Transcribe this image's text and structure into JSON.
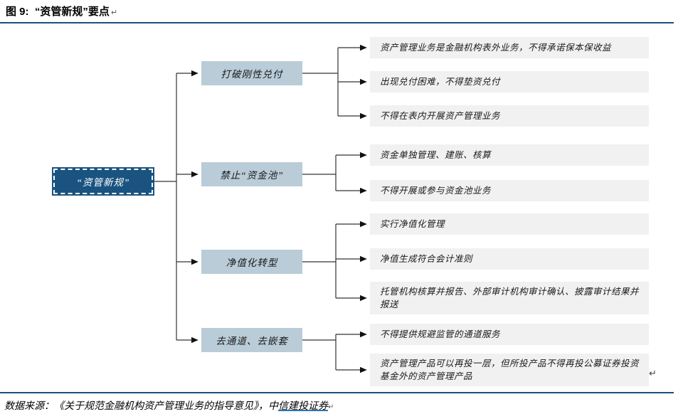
{
  "figure": {
    "title": "图 9:  “资管新规”要点",
    "return_mark": "↵"
  },
  "colors": {
    "root_fill": "#1a537f",
    "branch_fill": "#b9ccd8",
    "leaf_fill": "#f1f1f1",
    "rule_color": "#1f4e79",
    "line_color": "#333333",
    "link_underline": "#2e75b6"
  },
  "tree": {
    "root": {
      "label": "“资管新规”"
    },
    "branches": [
      {
        "label": "打破刚性兑付",
        "leaves": [
          "资产管理业务是金融机构表外业务，不得承诺保本保收益",
          "出现兑付困难，不得垫资兑付",
          "不得在表内开展资产管理业务"
        ]
      },
      {
        "label": "禁止“资金池”",
        "leaves": [
          "资金单独管理、建账、核算",
          "不得开展或参与资金池业务"
        ]
      },
      {
        "label": "净值化转型",
        "leaves": [
          "实行净值化管理",
          "净值生成符合会计准则",
          "托管机构核算并报告、外部审计机构审计确认、披露审计结果并报送"
        ]
      },
      {
        "label": "去通道、去嵌套",
        "leaves": [
          "不得提供规避监管的通道服务",
          "资产管理产品可以再投一层，但所投产品不得再投公募证券投资基金外的资产管理产品"
        ]
      }
    ]
  },
  "footer": {
    "source_prefix": "数据来源：《关于规范金融机构资产管理业务的指导意见》，中",
    "source_link": "信建投证券",
    "return_mark": "↵"
  }
}
